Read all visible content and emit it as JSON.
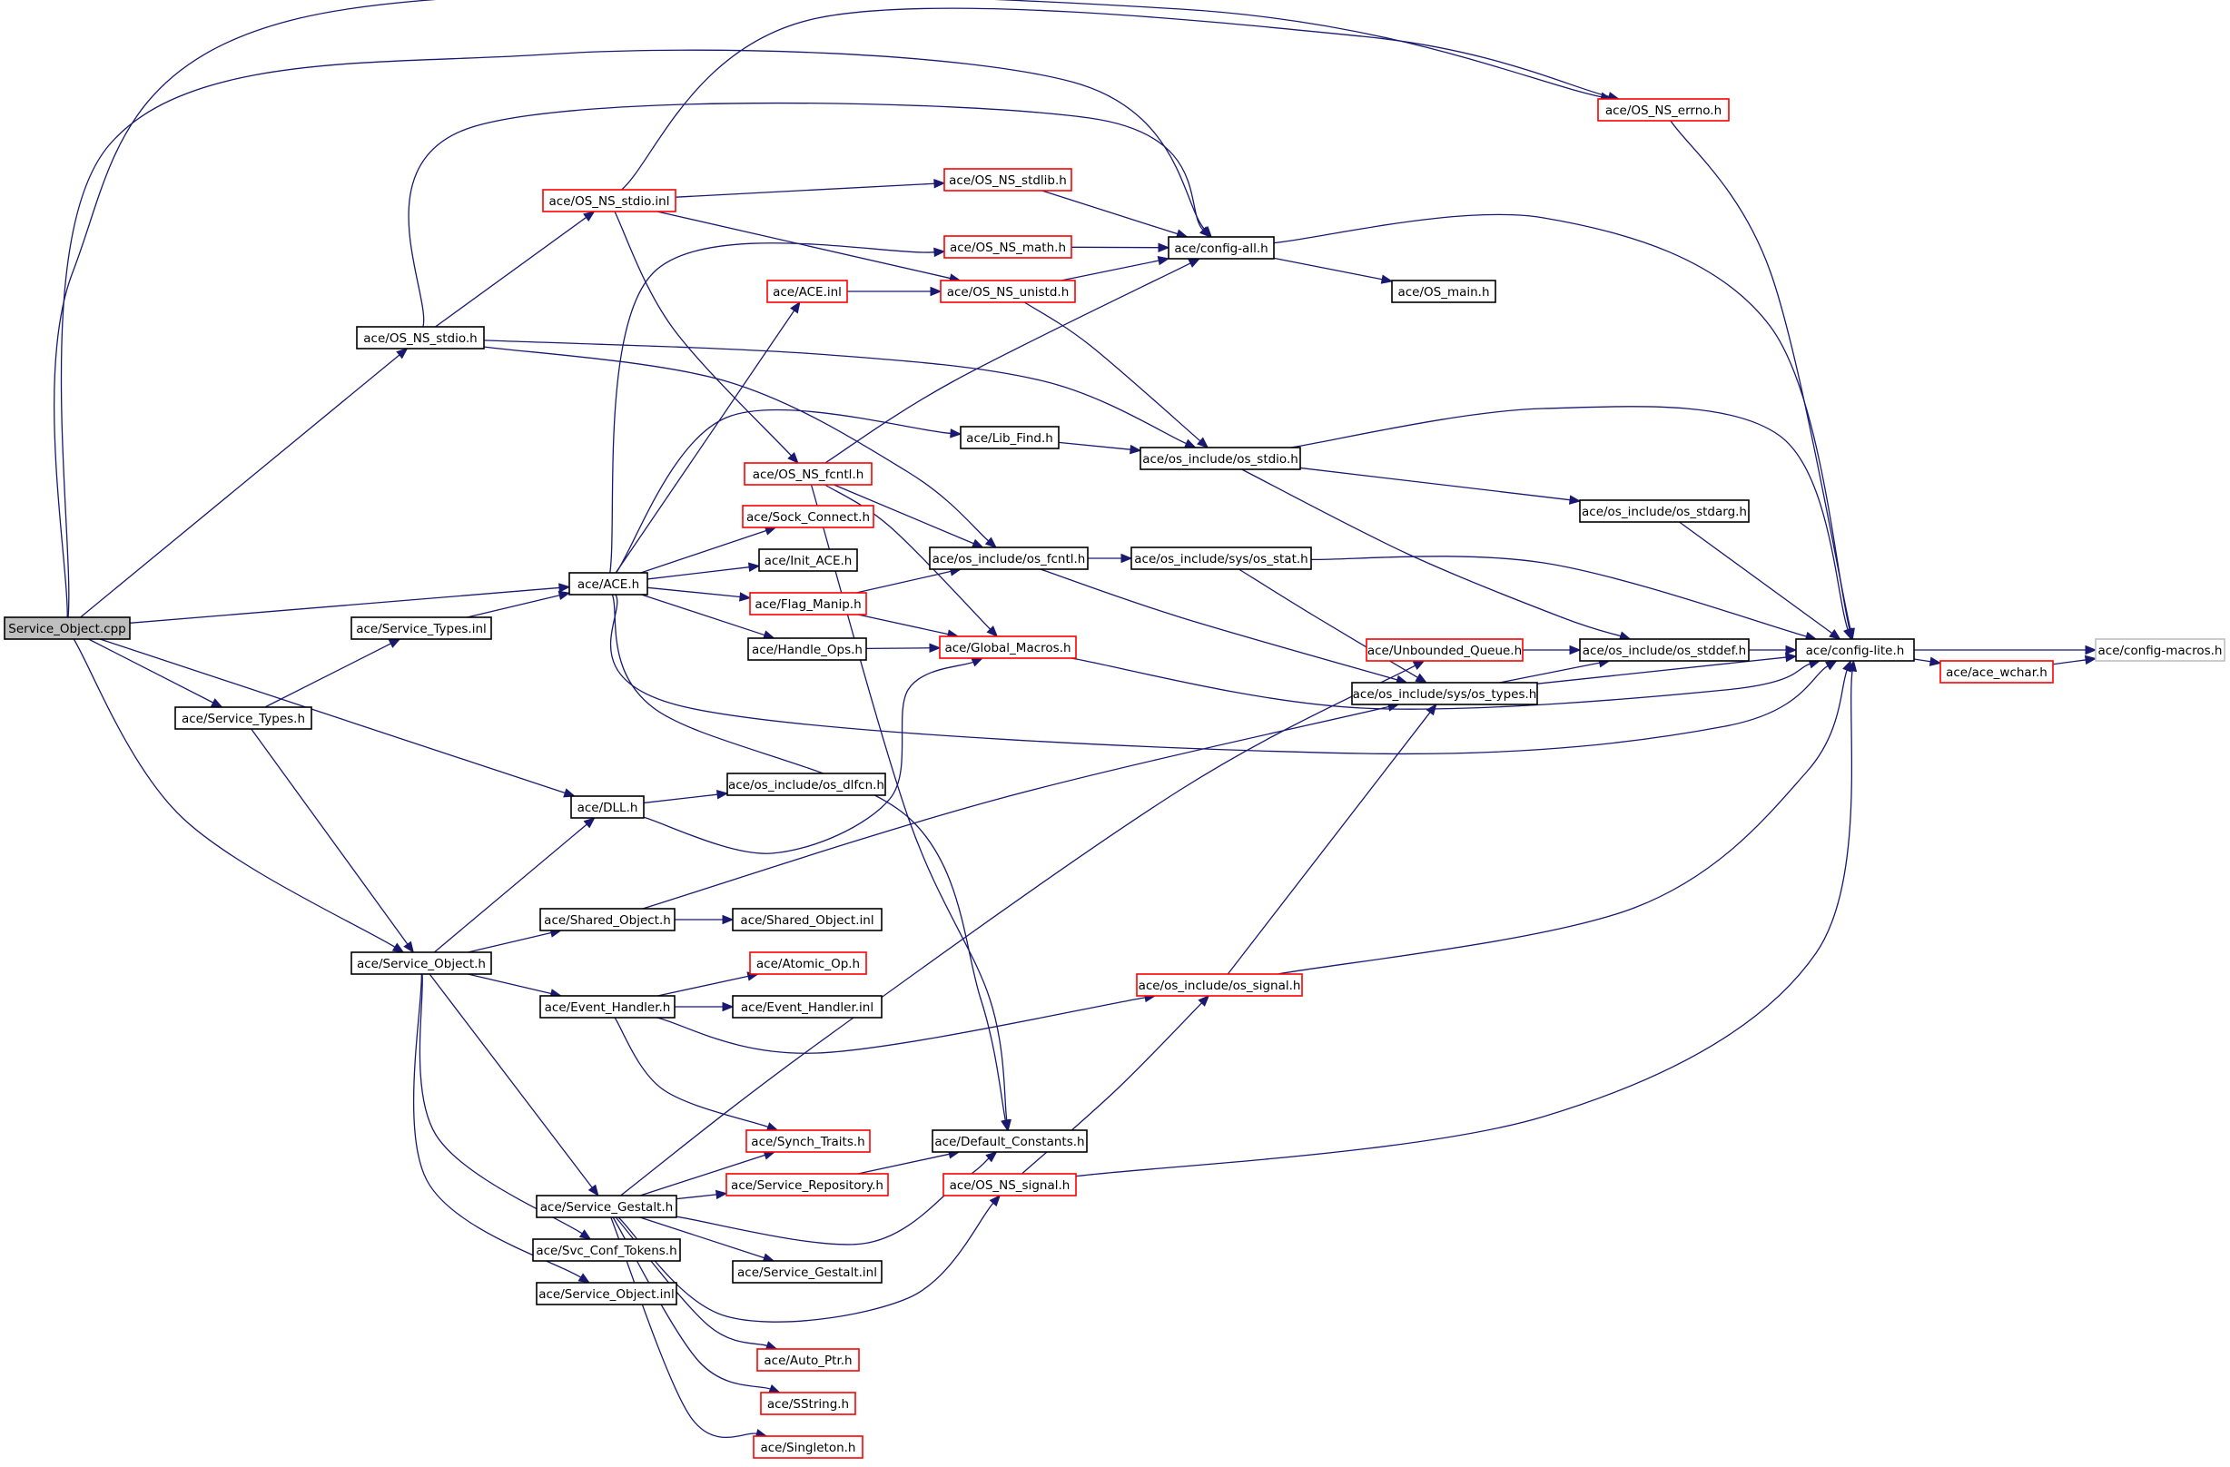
{
  "graph": {
    "colors": {
      "edge": "#191970",
      "node_border_normal": "#000000",
      "node_border_truncated": "#ff0000",
      "node_border_leaf": "#bfbfbf",
      "root_fill": "#bfbfbf",
      "node_fill": "#ffffff"
    },
    "nodes": [
      {
        "id": "root",
        "label": "Service_Object.cpp",
        "kind": "root"
      },
      {
        "id": "ns_stdio_h",
        "label": "ace/OS_NS_stdio.h",
        "kind": "normal"
      },
      {
        "id": "ns_stdio_inl",
        "label": "ace/OS_NS_stdio.inl",
        "kind": "truncated"
      },
      {
        "id": "ns_stdlib",
        "label": "ace/OS_NS_stdlib.h",
        "kind": "truncated"
      },
      {
        "id": "ns_math",
        "label": "ace/OS_NS_math.h",
        "kind": "truncated"
      },
      {
        "id": "ace_inl",
        "label": "ace/ACE.inl",
        "kind": "truncated"
      },
      {
        "id": "ns_unistd",
        "label": "ace/OS_NS_unistd.h",
        "kind": "truncated"
      },
      {
        "id": "config_all",
        "label": "ace/config-all.h",
        "kind": "normal"
      },
      {
        "id": "os_main",
        "label": "ace/OS_main.h",
        "kind": "normal"
      },
      {
        "id": "ns_errno",
        "label": "ace/OS_NS_errno.h",
        "kind": "truncated"
      },
      {
        "id": "lib_find",
        "label": "ace/Lib_Find.h",
        "kind": "normal"
      },
      {
        "id": "os_stdio",
        "label": "ace/os_include/os_stdio.h",
        "kind": "normal"
      },
      {
        "id": "ns_fcntl",
        "label": "ace/OS_NS_fcntl.h",
        "kind": "truncated"
      },
      {
        "id": "sock_connect",
        "label": "ace/Sock_Connect.h",
        "kind": "truncated"
      },
      {
        "id": "init_ace",
        "label": "ace/Init_ACE.h",
        "kind": "normal"
      },
      {
        "id": "os_fcntl",
        "label": "ace/os_include/os_fcntl.h",
        "kind": "normal"
      },
      {
        "id": "os_stat",
        "label": "ace/os_include/sys/os_stat.h",
        "kind": "normal"
      },
      {
        "id": "os_stdarg",
        "label": "ace/os_include/os_stdarg.h",
        "kind": "normal"
      },
      {
        "id": "ace_h",
        "label": "ace/ACE.h",
        "kind": "normal"
      },
      {
        "id": "flag_manip",
        "label": "ace/Flag_Manip.h",
        "kind": "truncated"
      },
      {
        "id": "service_types_inl",
        "label": "ace/Service_Types.inl",
        "kind": "normal"
      },
      {
        "id": "handle_ops",
        "label": "ace/Handle_Ops.h",
        "kind": "normal"
      },
      {
        "id": "global_macros",
        "label": "ace/Global_Macros.h",
        "kind": "truncated"
      },
      {
        "id": "unbounded_queue",
        "label": "ace/Unbounded_Queue.h",
        "kind": "truncated"
      },
      {
        "id": "os_stddef",
        "label": "ace/os_include/os_stddef.h",
        "kind": "normal"
      },
      {
        "id": "config_lite",
        "label": "ace/config-lite.h",
        "kind": "normal"
      },
      {
        "id": "config_macros",
        "label": "ace/config-macros.h",
        "kind": "leaf"
      },
      {
        "id": "ace_wchar",
        "label": "ace/ace_wchar.h",
        "kind": "truncated"
      },
      {
        "id": "os_types",
        "label": "ace/os_include/sys/os_types.h",
        "kind": "normal"
      },
      {
        "id": "service_types_h",
        "label": "ace/Service_Types.h",
        "kind": "normal"
      },
      {
        "id": "os_dlfcn",
        "label": "ace/os_include/os_dlfcn.h",
        "kind": "normal"
      },
      {
        "id": "dll_h",
        "label": "ace/DLL.h",
        "kind": "normal"
      },
      {
        "id": "shared_object_h",
        "label": "ace/Shared_Object.h",
        "kind": "normal"
      },
      {
        "id": "shared_object_inl",
        "label": "ace/Shared_Object.inl",
        "kind": "normal"
      },
      {
        "id": "service_object_h",
        "label": "ace/Service_Object.h",
        "kind": "normal"
      },
      {
        "id": "atomic_op",
        "label": "ace/Atomic_Op.h",
        "kind": "truncated"
      },
      {
        "id": "event_handler_h",
        "label": "ace/Event_Handler.h",
        "kind": "normal"
      },
      {
        "id": "event_handler_inl",
        "label": "ace/Event_Handler.inl",
        "kind": "normal"
      },
      {
        "id": "os_signal",
        "label": "ace/os_include/os_signal.h",
        "kind": "truncated"
      },
      {
        "id": "synch_traits",
        "label": "ace/Synch_Traits.h",
        "kind": "truncated"
      },
      {
        "id": "default_constants",
        "label": "ace/Default_Constants.h",
        "kind": "normal"
      },
      {
        "id": "service_repository",
        "label": "ace/Service_Repository.h",
        "kind": "truncated"
      },
      {
        "id": "ns_signal",
        "label": "ace/OS_NS_signal.h",
        "kind": "truncated"
      },
      {
        "id": "service_gestalt_h",
        "label": "ace/Service_Gestalt.h",
        "kind": "normal"
      },
      {
        "id": "svc_conf_tokens",
        "label": "ace/Svc_Conf_Tokens.h",
        "kind": "normal"
      },
      {
        "id": "service_gestalt_inl",
        "label": "ace/Service_Gestalt.inl",
        "kind": "normal"
      },
      {
        "id": "service_object_inl",
        "label": "ace/Service_Object.inl",
        "kind": "normal"
      },
      {
        "id": "auto_ptr",
        "label": "ace/Auto_Ptr.h",
        "kind": "truncated"
      },
      {
        "id": "sstring",
        "label": "ace/SString.h",
        "kind": "truncated"
      },
      {
        "id": "singleton",
        "label": "ace/Singleton.h",
        "kind": "truncated"
      }
    ]
  }
}
